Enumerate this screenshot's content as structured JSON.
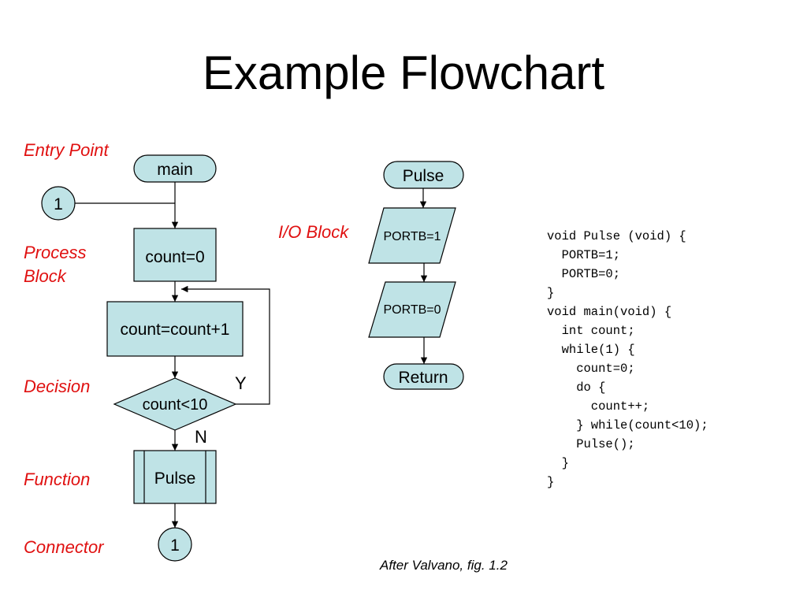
{
  "title": "Example Flowchart",
  "labels": {
    "entry_point": "Entry Point",
    "process_block_line1": "Process",
    "process_block_line2": "Block",
    "decision": "Decision",
    "function": "Function",
    "connector": "Connector",
    "io_block": "I/O Block"
  },
  "main_flow": {
    "start": "main",
    "connector_in": "1",
    "init": "count=0",
    "increment": "count=count+1",
    "condition": "count<10",
    "yes": "Y",
    "no": "N",
    "call": "Pulse",
    "connector_out": "1"
  },
  "pulse_flow": {
    "start": "Pulse",
    "io1": "PORTB=1",
    "io2": "PORTB=0",
    "end": "Return"
  },
  "code_lines": [
    "void Pulse (void) {",
    "  PORTB=1;",
    "  PORTB=0;",
    "}",
    "void main(void) {",
    "  int count;",
    "  while(1) {",
    "    count=0;",
    "    do {",
    "      count++;",
    "    } while(count<10);",
    "    Pulse();",
    "  }",
    "}"
  ],
  "caption": "After Valvano, fig. 1.2",
  "colors": {
    "shape_fill": "#bfe3e6",
    "stroke": "#000000",
    "label_red": "#e01010"
  }
}
